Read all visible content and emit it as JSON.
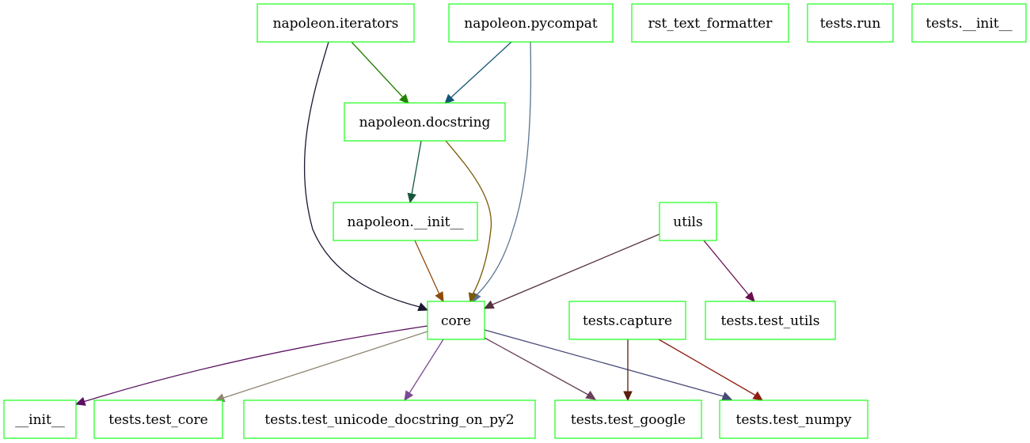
{
  "diagram": {
    "type": "dependency-graph",
    "nodes": [
      {
        "id": "napoleon_iterators",
        "label": "napoleon.iterators"
      },
      {
        "id": "napoleon_pycompat",
        "label": "napoleon.pycompat"
      },
      {
        "id": "rst_text_formatter",
        "label": "rst_text_formatter"
      },
      {
        "id": "tests_run",
        "label": "tests.run"
      },
      {
        "id": "tests_init",
        "label": "tests.__init__"
      },
      {
        "id": "napoleon_docstring",
        "label": "napoleon.docstring"
      },
      {
        "id": "napoleon_init",
        "label": "napoleon.__init__"
      },
      {
        "id": "utils",
        "label": "utils"
      },
      {
        "id": "core",
        "label": "core"
      },
      {
        "id": "tests_capture",
        "label": "tests.capture"
      },
      {
        "id": "tests_test_utils",
        "label": "tests.test_utils"
      },
      {
        "id": "init",
        "label": "__init__"
      },
      {
        "id": "tests_test_core",
        "label": "tests.test_core"
      },
      {
        "id": "tests_test_unicode",
        "label": "tests.test_unicode_docstring_on_py2"
      },
      {
        "id": "tests_test_google",
        "label": "tests.test_google"
      },
      {
        "id": "tests_test_numpy",
        "label": "tests.test_numpy"
      }
    ],
    "edges": [
      {
        "from": "napoleon_iterators",
        "to": "napoleon_docstring",
        "color": "#238000"
      },
      {
        "from": "napoleon_iterators",
        "to": "core",
        "color": "#1e1530"
      },
      {
        "from": "napoleon_pycompat",
        "to": "napoleon_docstring",
        "color": "#135573"
      },
      {
        "from": "napoleon_pycompat",
        "to": "core",
        "color": "#5a7590"
      },
      {
        "from": "napoleon_docstring",
        "to": "napoleon_init",
        "color": "#16573a"
      },
      {
        "from": "napoleon_docstring",
        "to": "core",
        "color": "#7a5a08"
      },
      {
        "from": "napoleon_init",
        "to": "core",
        "color": "#8f4a0c"
      },
      {
        "from": "utils",
        "to": "core",
        "color": "#55323f"
      },
      {
        "from": "utils",
        "to": "tests_test_utils",
        "color": "#680e4e"
      },
      {
        "from": "core",
        "to": "init",
        "color": "#5a1060"
      },
      {
        "from": "core",
        "to": "tests_test_core",
        "color": "#8f8570"
      },
      {
        "from": "core",
        "to": "tests_test_unicode",
        "color": "#7a4a92"
      },
      {
        "from": "core",
        "to": "tests_test_google",
        "color": "#684158"
      },
      {
        "from": "core",
        "to": "tests_test_numpy",
        "color": "#484a78"
      },
      {
        "from": "tests_capture",
        "to": "tests_test_google",
        "color": "#5a1e0a"
      },
      {
        "from": "tests_capture",
        "to": "tests_test_numpy",
        "color": "#8e1e10"
      }
    ],
    "node_border_color": "#00ff00"
  }
}
